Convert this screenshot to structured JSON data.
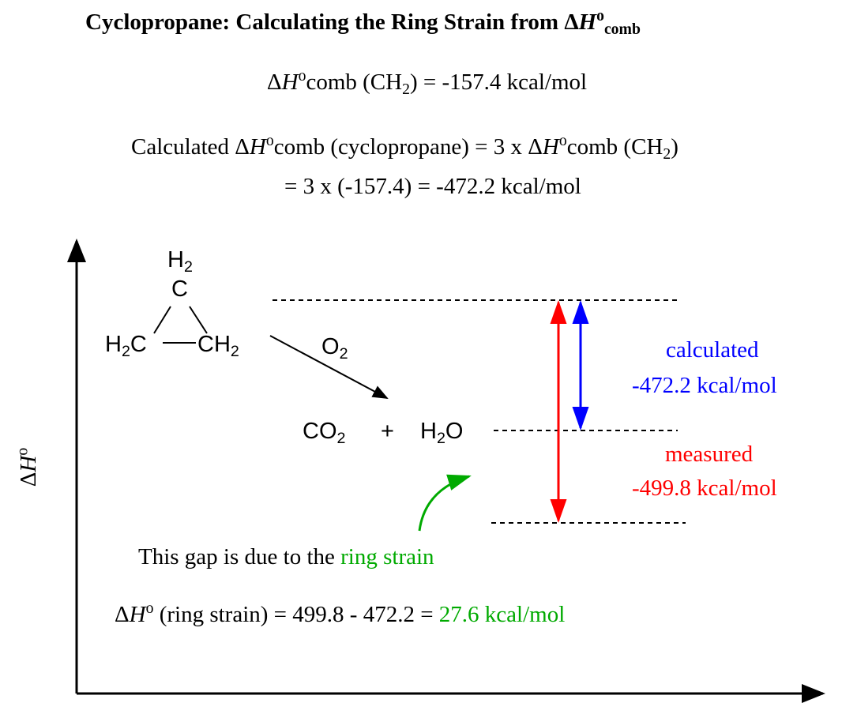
{
  "title": {
    "prefix": "Cyclopropane: Calculating the Ring Strain from Δ",
    "H": "H",
    "o": "o",
    "sub": "comb"
  },
  "eq1": {
    "delta": "Δ",
    "H": "H",
    "o": "o",
    "text": "comb (CH",
    "sub": "2",
    "rest": ") = -157.4 kcal/mol"
  },
  "eq2": {
    "a": "Calculated Δ",
    "H": "H",
    "o": "o",
    "b": "comb (cyclopropane) = 3 x Δ",
    "H2": "H",
    "o2": "o",
    "c": "comb (CH",
    "sub": "2",
    "d": ")"
  },
  "eq3": "= 3 x (-157.4) = -472.2 kcal/mol",
  "axis": {
    "y_label_delta": "Δ",
    "y_label_H": "H",
    "y_label_o": "o"
  },
  "molecule": {
    "top_H": "H",
    "top_sub": "2",
    "top_C": "C",
    "left_H": "H",
    "left_sub": "2",
    "left_C": "C",
    "right_C": "CH",
    "right_sub": "2"
  },
  "reagent": {
    "text": "O",
    "sub": "2"
  },
  "products": {
    "co": "CO",
    "co_sub": "2",
    "plus": "+",
    "h": "H",
    "h_sub": "2",
    "o": "O"
  },
  "calculated": {
    "label": "calculated",
    "value": "-472.2 kcal/mol",
    "color": "#0000ff"
  },
  "measured": {
    "label": "measured",
    "value": "-499.8 kcal/mol",
    "color": "#ff0000"
  },
  "gap_note": {
    "text": "This gap is due to the ",
    "highlight": "ring strain",
    "color": "#00aa00"
  },
  "strain_eq": {
    "delta": "Δ",
    "H": "H",
    "o": "o",
    "text": " (ring strain) = 499.8 - 472.2 = ",
    "result": "27.6 kcal/mol"
  }
}
